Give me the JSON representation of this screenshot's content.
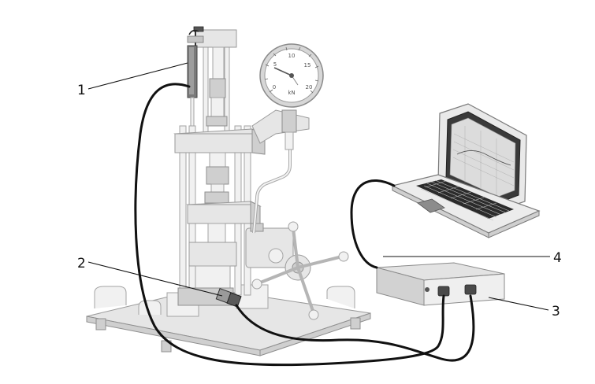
{
  "callouts": [
    {
      "id": "1",
      "label": "1"
    },
    {
      "id": "2",
      "label": "2"
    },
    {
      "id": "3",
      "label": "3"
    },
    {
      "id": "4",
      "label": "4"
    }
  ],
  "gauge": {
    "unit": "kN",
    "ticks": [
      "0",
      "5",
      "10",
      "15",
      "20"
    ]
  },
  "colors": {
    "equipment": "#e6e6e6",
    "outline": "#9a9a9a",
    "cable": "#111111",
    "labels": "#111111"
  }
}
